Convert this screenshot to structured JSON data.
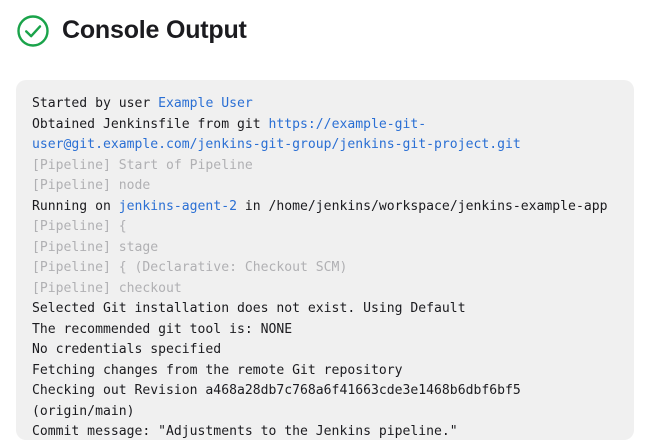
{
  "header": {
    "status_icon": "check-circle-icon",
    "status_color": "#1aa34a",
    "title": "Console Output"
  },
  "colors": {
    "panel_background": "#f0f0f0",
    "text": "#1b1b1f",
    "muted_text": "#b0b0b3",
    "link": "#2a6fd4",
    "success_green": "#1aa34a",
    "page_background": "#ffffff"
  },
  "console": {
    "lines": [
      {
        "id": "started-by-user",
        "type": "normal",
        "segments": [
          {
            "text": "Started by user ",
            "style": "plain"
          },
          {
            "text": "Example User",
            "style": "link"
          }
        ]
      },
      {
        "id": "obtained-jenkinsfile",
        "type": "normal",
        "segments": [
          {
            "text": "Obtained Jenkinsfile from git ",
            "style": "plain"
          },
          {
            "text": "https://example-git-user@git.example.com/jenkins-git-group/jenkins-git-project.git",
            "style": "link"
          }
        ]
      },
      {
        "id": "pipeline-start-of-pipeline",
        "type": "muted",
        "segments": [
          {
            "text": "[Pipeline] Start of Pipeline",
            "style": "plain"
          }
        ]
      },
      {
        "id": "pipeline-node",
        "type": "muted",
        "segments": [
          {
            "text": "[Pipeline] node",
            "style": "plain"
          }
        ]
      },
      {
        "id": "running-on-agent",
        "type": "normal",
        "segments": [
          {
            "text": "Running on ",
            "style": "plain"
          },
          {
            "text": "jenkins-agent-2",
            "style": "link"
          },
          {
            "text": " in /home/jenkins/workspace/jenkins-example-app",
            "style": "plain"
          }
        ]
      },
      {
        "id": "pipeline-open-brace",
        "type": "muted",
        "segments": [
          {
            "text": "[Pipeline] {",
            "style": "plain"
          }
        ]
      },
      {
        "id": "pipeline-stage",
        "type": "muted",
        "segments": [
          {
            "text": "[Pipeline] stage",
            "style": "plain"
          }
        ]
      },
      {
        "id": "pipeline-declarative-checkout-scm",
        "type": "muted",
        "segments": [
          {
            "text": "[Pipeline] { (Declarative: Checkout SCM)",
            "style": "plain"
          }
        ]
      },
      {
        "id": "pipeline-checkout",
        "type": "muted",
        "segments": [
          {
            "text": "[Pipeline] checkout",
            "style": "plain"
          }
        ]
      },
      {
        "id": "selected-git-installation",
        "type": "normal",
        "segments": [
          {
            "text": "Selected Git installation does not exist. Using Default",
            "style": "plain"
          }
        ]
      },
      {
        "id": "recommended-git-tool",
        "type": "normal",
        "segments": [
          {
            "text": "The recommended git tool is: NONE",
            "style": "plain"
          }
        ]
      },
      {
        "id": "no-credentials-specified",
        "type": "normal",
        "segments": [
          {
            "text": "No credentials specified",
            "style": "plain"
          }
        ]
      },
      {
        "id": "fetching-changes",
        "type": "normal",
        "segments": [
          {
            "text": "Fetching changes from the remote Git repository",
            "style": "plain"
          }
        ]
      },
      {
        "id": "checking-out-revision",
        "type": "normal",
        "segments": [
          {
            "text": "Checking out Revision a468a28db7c768a6f41663cde3e1468b6dbf6bf5 (origin/main)",
            "style": "plain"
          }
        ]
      },
      {
        "id": "commit-message",
        "type": "normal",
        "segments": [
          {
            "text": "Commit message: \"Adjustments to the Jenkins pipeline.\"",
            "style": "plain"
          }
        ]
      }
    ]
  }
}
